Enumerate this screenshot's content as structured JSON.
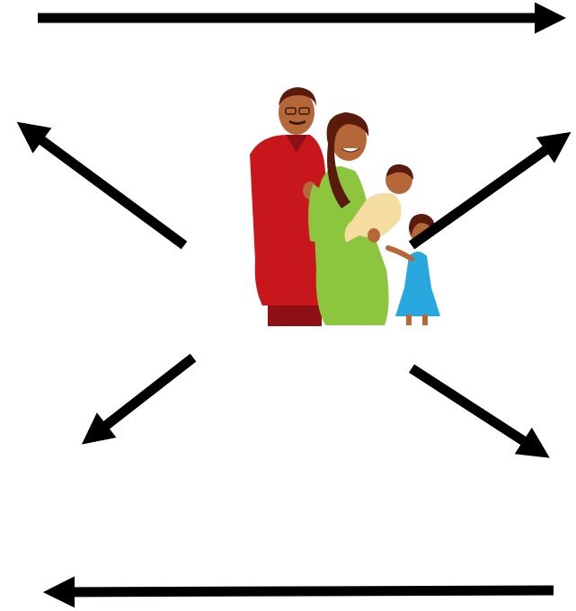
{
  "diagram": {
    "background": "#ffffff",
    "arrow_color": "#000000",
    "arrows": [
      {
        "name": "arrow-top-right",
        "direction": "right"
      },
      {
        "name": "arrow-upper-left",
        "direction": "up-left"
      },
      {
        "name": "arrow-upper-right",
        "direction": "up-right"
      },
      {
        "name": "arrow-lower-left",
        "direction": "down-left"
      },
      {
        "name": "arrow-lower-right",
        "direction": "down-right"
      },
      {
        "name": "arrow-bottom-left",
        "direction": "left"
      }
    ],
    "center_image": {
      "subject": "family-illustration",
      "colors": {
        "father_kurta": "#c8161d",
        "mother_dress": "#8cc63f",
        "boy_outfit": "#f5dca0",
        "girl_dress": "#29a8e0",
        "skin": "#b5673a",
        "hair": "#5a1a0c"
      }
    }
  }
}
